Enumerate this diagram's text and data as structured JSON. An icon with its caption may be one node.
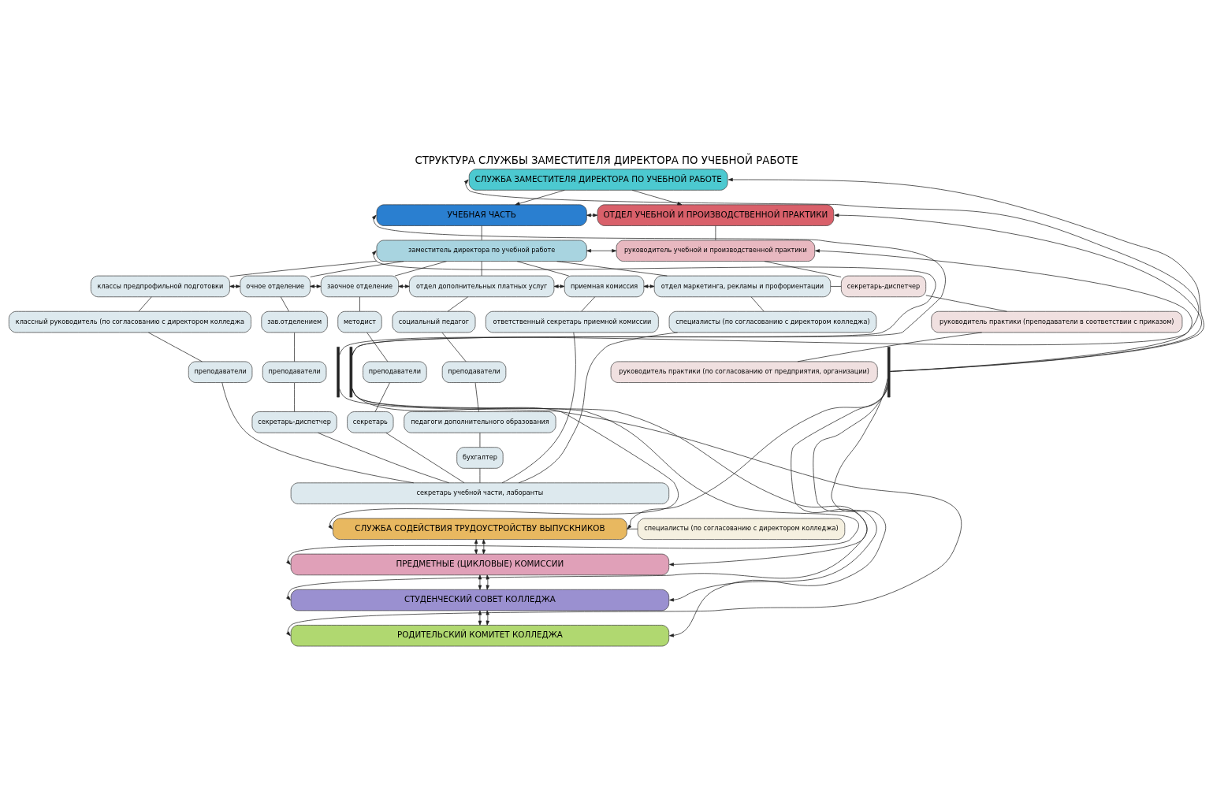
{
  "diagram": {
    "title": "СТРУКТУРА СЛУЖБЫ ЗАМЕСТИТЕЛЯ ДИРЕКТОРА ПО УЧЕБНОЙ РАБОТЕ",
    "nodes": [
      {
        "text": [
          "СЛУЖБА ЗАМЕСТИТЕЛЯ ДИРЕКТОРА ПО УЧЕБНОЙ РАБОТЕ"
        ]
      },
      {
        "text": [
          "УЧЕБНАЯ ЧАСТЬ"
        ]
      },
      {
        "text": [
          "ОТДЕЛ УЧЕБНОЙ И ПРОИЗВОДСТВЕННОЙ ПРАКТИКИ"
        ]
      },
      {
        "text": [
          "заместитель директора по учебной работе"
        ]
      },
      {
        "text": [
          "руководитель учебной и производственной практики"
        ]
      },
      {
        "text": [
          "классы предпрофильной подготовки"
        ]
      },
      {
        "text": [
          "очное отделение"
        ]
      },
      {
        "text": [
          "заочное отделение"
        ]
      },
      {
        "text": [
          "отдел дополнительных платных услуг"
        ]
      },
      {
        "text": [
          "приемная комиссия"
        ]
      },
      {
        "text": [
          "отдел маркетинга, рекламы и профориентации"
        ]
      },
      {
        "text": [
          "секретарь-диспетчер"
        ]
      },
      {
        "text": [
          "классный руководитель (по согласованию с директором колледжа"
        ]
      },
      {
        "text": [
          "зав.отделением"
        ]
      },
      {
        "text": [
          "методист"
        ]
      },
      {
        "text": [
          "социальный педагог"
        ]
      },
      {
        "text": [
          "ответственный секретарь приемной комиссии"
        ]
      },
      {
        "text": [
          "специалисты (по согласованию с директором колледжа)"
        ]
      },
      {
        "text": [
          "руководитель практики (преподаватели в соответствии с приказом)"
        ]
      },
      {
        "text": [
          "преподаватели"
        ]
      },
      {
        "text": [
          "преподаватели"
        ]
      },
      {
        "text": [
          "преподаватели"
        ]
      },
      {
        "text": [
          "преподаватели"
        ]
      },
      {
        "text": [
          "руководитель практики (по согласованию от предприятия, организации)"
        ]
      },
      {
        "text": [
          "секретарь-диспетчер"
        ]
      },
      {
        "text": [
          "секретарь"
        ]
      },
      {
        "text": [
          "педагоги дополнительного образования"
        ]
      },
      {
        "text": [
          "бухгалтер"
        ]
      },
      {
        "text": [
          "секретарь учебной части, лаборанты"
        ]
      },
      {
        "text": [
          "СЛУЖБА СОДЕЙСТВИЯ ТРУДОУСТРОЙСТВУ ВЫПУСКНИКОВ"
        ]
      },
      {
        "text": [
          "специалисты (по согласованию с директором колледжа)"
        ]
      },
      {
        "text": [
          "ПРЕДМЕТНЫЕ (ЦИКЛОВЫЕ) КОМИССИИ"
        ]
      },
      {
        "text": [
          "СТУДЕНЧЕСКИЙ СОВЕТ КОЛЛЕДЖА"
        ]
      },
      {
        "text": [
          "РОДИТЕЛЬСКИЙ КОМИТЕТ КОЛЛЕДЖА"
        ]
      },
      {
        "text": [],
        "shape": "bar"
      },
      {
        "text": [],
        "shape": "bar"
      },
      {
        "text": [],
        "shape": "bar"
      }
    ],
    "edges": [
      {
        "from": 0,
        "to": 1,
        "arrow": "to"
      },
      {
        "from": 0,
        "to": 2,
        "arrow": "to"
      },
      {
        "from": 1,
        "to": 2,
        "arrow": "both"
      },
      {
        "from": 1,
        "to": 3,
        "arrow": "none"
      },
      {
        "from": 2,
        "to": 4,
        "arrow": "none"
      },
      {
        "from": 3,
        "to": 4,
        "arrow": "both"
      },
      {
        "from": 3,
        "to": 5,
        "arrow": "none"
      },
      {
        "from": 3,
        "to": 6,
        "arrow": "none"
      },
      {
        "from": 3,
        "to": 7,
        "arrow": "none"
      },
      {
        "from": 3,
        "to": 8,
        "arrow": "none"
      },
      {
        "from": 3,
        "to": 9,
        "arrow": "none"
      },
      {
        "from": 3,
        "to": 10,
        "arrow": "none"
      },
      {
        "from": 5,
        "to": 6,
        "arrow": "both"
      },
      {
        "from": 6,
        "to": 7,
        "arrow": "both"
      },
      {
        "from": 7,
        "to": 8,
        "arrow": "both"
      },
      {
        "from": 8,
        "to": 9,
        "arrow": "both"
      },
      {
        "from": 9,
        "to": 10,
        "arrow": "both"
      },
      {
        "from": 10,
        "to": 11,
        "arrow": "none"
      },
      {
        "from": 4,
        "to": 11,
        "arrow": "none"
      },
      {
        "from": 5,
        "to": 12,
        "arrow": "none"
      },
      {
        "from": 12,
        "to": 19,
        "arrow": "none"
      },
      {
        "from": 19,
        "to": 28,
        "arrow": "none"
      },
      {
        "from": 6,
        "to": 13,
        "arrow": "none"
      },
      {
        "from": 13,
        "to": 20,
        "arrow": "none"
      },
      {
        "from": 20,
        "to": 24,
        "arrow": "none"
      },
      {
        "from": 24,
        "to": 28,
        "arrow": "none"
      },
      {
        "from": 7,
        "to": 14,
        "arrow": "none"
      },
      {
        "from": 14,
        "to": 21,
        "arrow": "none"
      },
      {
        "from": 21,
        "to": 25,
        "arrow": "none"
      },
      {
        "from": 25,
        "to": 28,
        "arrow": "none"
      },
      {
        "from": 8,
        "to": 15,
        "arrow": "none"
      },
      {
        "from": 15,
        "to": 22,
        "arrow": "none"
      },
      {
        "from": 22,
        "to": 26,
        "arrow": "none"
      },
      {
        "from": 26,
        "to": 27,
        "arrow": "none"
      },
      {
        "from": 27,
        "to": 28,
        "arrow": "none"
      },
      {
        "from": 9,
        "to": 16,
        "arrow": "none"
      },
      {
        "from": 16,
        "to": 28,
        "arrow": "none"
      },
      {
        "from": 10,
        "to": 17,
        "arrow": "none"
      },
      {
        "from": 17,
        "to": 28,
        "arrow": "none"
      },
      {
        "from": 11,
        "to": 18,
        "arrow": "none"
      },
      {
        "from": 18,
        "to": 23,
        "arrow": "none"
      },
      {
        "from": 29,
        "to": 30,
        "arrow": "none"
      },
      {
        "from": 29,
        "to": 31,
        "arrow": "both"
      },
      {
        "from": 29,
        "to": 31,
        "arrow": "both"
      },
      {
        "from": 31,
        "to": 32,
        "arrow": "both"
      },
      {
        "from": 31,
        "to": 32,
        "arrow": "both"
      },
      {
        "from": 32,
        "to": 33,
        "arrow": "both"
      },
      {
        "from": 32,
        "to": 33,
        "arrow": "both"
      },
      {
        "from": 34,
        "to": 0,
        "arrow": "to"
      },
      {
        "from": 34,
        "to": 33,
        "arrow": "to"
      },
      {
        "from": 35,
        "to": 1,
        "arrow": "to"
      },
      {
        "from": 35,
        "to": 3,
        "arrow": "to"
      },
      {
        "from": 35,
        "to": 29,
        "arrow": "to"
      },
      {
        "from": 35,
        "to": 31,
        "arrow": "to"
      },
      {
        "from": 35,
        "to": 32,
        "arrow": "to"
      },
      {
        "from": 36,
        "to": 0,
        "arrow": "to"
      },
      {
        "from": 36,
        "to": 2,
        "arrow": "to"
      },
      {
        "from": 36,
        "to": 4,
        "arrow": "to"
      },
      {
        "from": 36,
        "to": 29,
        "arrow": "to"
      },
      {
        "from": 36,
        "to": 31,
        "arrow": "to"
      },
      {
        "from": 36,
        "to": 32,
        "arrow": "to"
      },
      {
        "from": 36,
        "to": 33,
        "arrow": "to"
      }
    ]
  }
}
